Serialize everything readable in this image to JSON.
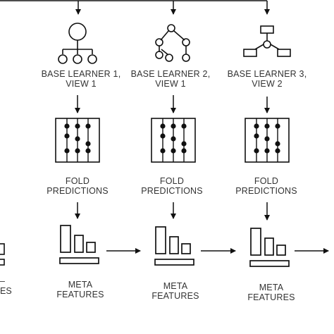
{
  "columns": [
    {
      "id": "col1",
      "learner_label": [
        "BASE LEARNER 1,",
        "VIEW 1"
      ],
      "learner_icon": "single-node-tree-icon",
      "fold_label": [
        "FOLD",
        "PREDICTIONS"
      ],
      "meta_label": [
        "META",
        "FEATURES"
      ]
    },
    {
      "id": "col2",
      "learner_label": [
        "BASE LEARNER 2,",
        "VIEW 1"
      ],
      "learner_icon": "binary-tree-icon",
      "fold_label": [
        "FOLD",
        "PREDICTIONS"
      ],
      "meta_label": [
        "META",
        "FEATURES"
      ]
    },
    {
      "id": "col3",
      "learner_label": [
        "BASE LEARNER 3,",
        "VIEW 2"
      ],
      "learner_icon": "hierarchy-icon",
      "fold_label": [
        "FOLD",
        "PREDICTIONS"
      ],
      "meta_label": [
        "META",
        "FEATURES"
      ]
    }
  ],
  "left_edge": {
    "meta_label_fragment": [
      "–",
      "ES"
    ]
  },
  "colors": {
    "stroke": "#111111",
    "text": "#333333"
  }
}
